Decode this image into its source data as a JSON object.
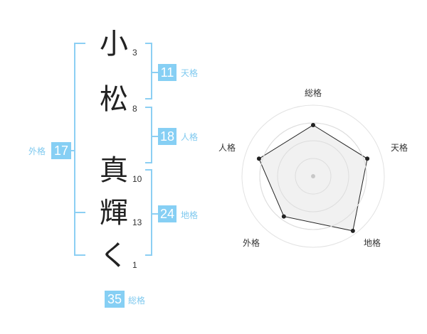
{
  "name": {
    "characters": [
      {
        "char": "小",
        "strokes": "3"
      },
      {
        "char": "松",
        "strokes": "8"
      },
      {
        "char": "真",
        "strokes": "10"
      },
      {
        "char": "輝",
        "strokes": "13"
      },
      {
        "char": "く",
        "strokes": "1"
      }
    ]
  },
  "fortunes": {
    "tenkaku": {
      "value": "11",
      "label": "天格"
    },
    "jinkaku": {
      "value": "18",
      "label": "人格"
    },
    "chikaku": {
      "value": "24",
      "label": "地格"
    },
    "gaikaku": {
      "value": "17",
      "label": "外格"
    },
    "soukaku": {
      "value": "35",
      "label": "総格"
    }
  },
  "colors": {
    "accent": "#86cff4",
    "bracket": "#8ccff3",
    "radar_fill": "#f0f0f0",
    "radar_line": "#222222"
  },
  "chart_data": {
    "type": "radar",
    "axes": [
      "総格",
      "天格",
      "地格",
      "外格",
      "人格"
    ],
    "values": [
      0.72,
      0.8,
      0.95,
      0.7,
      0.8
    ],
    "range": [
      0,
      1
    ],
    "rings": 4
  }
}
